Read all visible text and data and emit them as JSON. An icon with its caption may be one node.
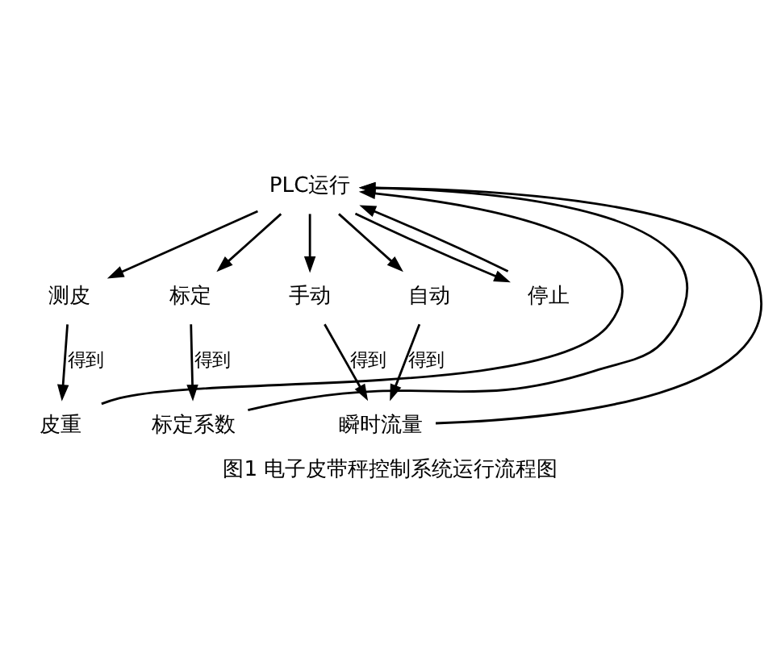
{
  "diagram": {
    "caption": "图1 电子皮带秤控制系统运行流程图",
    "nodes": [
      {
        "text": [
          "PLC运行"
        ]
      },
      {
        "text": [
          "测皮"
        ]
      },
      {
        "text": [
          "标定"
        ]
      },
      {
        "text": [
          "手动"
        ]
      },
      {
        "text": [
          "自动"
        ]
      },
      {
        "text": [
          "停止"
        ]
      },
      {
        "text": [
          "皮重"
        ]
      },
      {
        "text": [
          "标定系数"
        ]
      },
      {
        "text": [
          "瞬时流量"
        ]
      }
    ],
    "edges": [
      {
        "from": 0,
        "to": 1,
        "arrow": "to"
      },
      {
        "from": 0,
        "to": 2,
        "arrow": "to"
      },
      {
        "from": 0,
        "to": 3,
        "arrow": "to"
      },
      {
        "from": 0,
        "to": 4,
        "arrow": "to"
      },
      {
        "from": 0,
        "to": 5,
        "arrow": "to"
      },
      {
        "from": 1,
        "to": 6,
        "label": "得到",
        "arrow": "to"
      },
      {
        "from": 2,
        "to": 7,
        "label": "得到",
        "arrow": "to"
      },
      {
        "from": 3,
        "to": 8,
        "label": "得到",
        "arrow": "to"
      },
      {
        "from": 4,
        "to": 8,
        "label": "得到",
        "arrow": "to"
      },
      {
        "from": 6,
        "to": 0,
        "arrow": "to"
      },
      {
        "from": 7,
        "to": 0,
        "arrow": "to"
      },
      {
        "from": 8,
        "to": 0,
        "arrow": "to"
      },
      {
        "from": 5,
        "to": 0,
        "arrow": "to"
      }
    ]
  }
}
